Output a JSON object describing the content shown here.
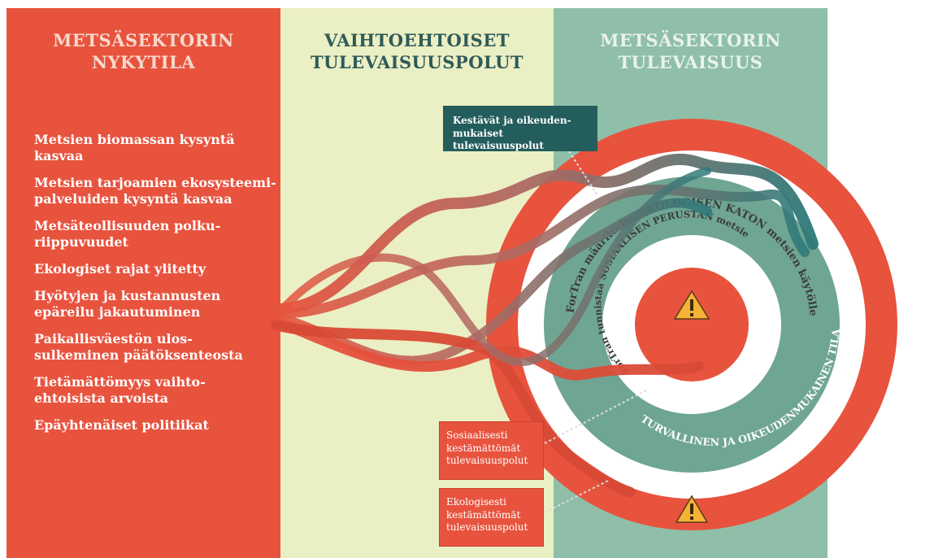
{
  "columns": {
    "left": {
      "title_line1": "METSÄSEKTORIN",
      "title_line2": "NYKYTILA"
    },
    "middle": {
      "title_line1": "VAIHTOEHTOISET",
      "title_line2": "TULEVAISUUSPOLUT"
    },
    "right": {
      "title_line1": "METSÄSEKTORIN",
      "title_line2": "TULEVAISUUS"
    }
  },
  "issues": [
    {
      "line1": "Metsien biomassan kysyntä",
      "line2": "kasvaa"
    },
    {
      "line1": "Metsien tarjoamien ekosysteemi-",
      "line2": "palveluiden kysyntä kasvaa"
    },
    {
      "line1": "Metsäteollisuuden polku-",
      "line2": "riippuvuudet"
    },
    {
      "line1": "Ekologiset rajat ylitetty",
      "line2": ""
    },
    {
      "line1": "Hyötyjen ja kustannusten",
      "line2": "epäreilu jakautuminen"
    },
    {
      "line1": "Paikallisväestön ulos-",
      "line2": "sulkeminen päätöksenteosta"
    },
    {
      "line1": "Tietämättömyys vaihto-",
      "line2": "ehtoisista arvoista"
    },
    {
      "line1": "Epäyhtenäiset politiikat",
      "line2": ""
    }
  ],
  "boxes": {
    "sustainable": {
      "line1": "Kestävät ja oikeuden-",
      "line2": "mukaiset tulevaisuuspolut"
    },
    "social": {
      "line1": "Sosiaalisesti",
      "line2": "kestämättömät",
      "line3": "tulevaisuuspolut"
    },
    "ecological": {
      "line1": "Ekologisesti",
      "line2": "kestämättömät",
      "line3": "tulevaisuuspolut"
    }
  },
  "rings": {
    "outer_text": "ForTran määrittelee EKOLOGISEN KATON metsien käytölle",
    "inner_text": "ForTran tunnistaa SOSIAALISEN PERUSTAN metsien käytölle",
    "safe_zone_text": "TURVALLINEN JA OIKEUDENMUKAINEN TILA"
  },
  "icons": {
    "warning_center": "warning-icon",
    "warning_outer": "warning-icon"
  },
  "colors": {
    "red": "#e8533e",
    "cream": "#ebefc4",
    "green": "#8fbfa9",
    "dark_teal": "#235d5c",
    "safe_zone": "#6fa593",
    "warning_yellow": "#f5b335"
  }
}
